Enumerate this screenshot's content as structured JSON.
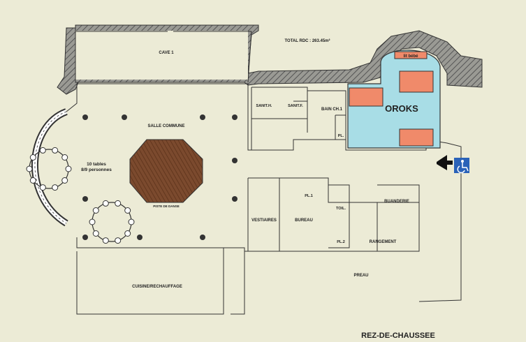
{
  "plan": {
    "total_area": "TOTAL RDC : 263.45m²",
    "level_title": "REZ-DE-CHAUSSEE",
    "rooms": {
      "cave": "CAVE 1",
      "salle": "SALLE COMMUNE",
      "sanit_h": "SANIT.H.",
      "sanit_f": "SANIT.F.",
      "bain": "BAIN CH.1",
      "pl": "PL.",
      "oroks": "OROKS",
      "lit_bebe": "lit bébé",
      "pl1": "PL.1",
      "toil": "TOIL.",
      "buanderie": "BUANDERIE",
      "vestiaires": "VESTIAIRES",
      "bureau": "BUREAU",
      "pl2": "PL.2",
      "rangement": "RANGEMENT",
      "preau": "PREAU",
      "cuisine": "CUISINE/RECHAUFFAGE",
      "piste": "PISTE DE DANSE"
    },
    "tables_note_line1": "10 tables",
    "tables_note_line2": "8/9 personnes",
    "colors": {
      "background": "#ecebd6",
      "highlight_room": "#a8dde6",
      "bed": "#f08a6a",
      "dance_floor": "#7b4a2e",
      "access_blue": "#2a62b8"
    },
    "icons": [
      "accessibility-icon",
      "entrance-arrow-icon"
    ]
  }
}
